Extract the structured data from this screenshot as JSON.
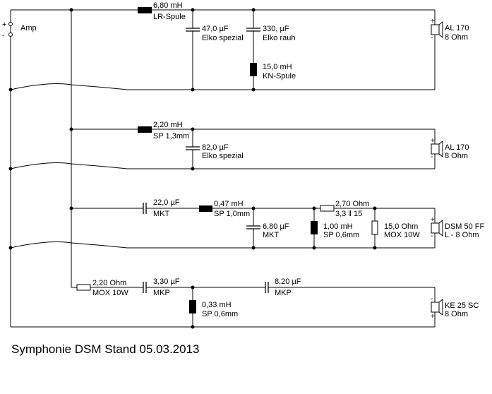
{
  "title": "Symphonie DSM Stand 05.03.2013",
  "amp": {
    "label": "Amp",
    "plus": "+",
    "minus": "-"
  },
  "branches": [
    {
      "components": [
        {
          "type": "inductor",
          "value": "6,80 mH",
          "desc": "LR-Spule"
        },
        {
          "type": "capacitor",
          "value": "47,0 µF",
          "desc": "Elko spezial"
        },
        {
          "type": "capacitor",
          "value": "330, µF",
          "desc": "Elko rauh"
        },
        {
          "type": "inductor",
          "value": "15,0 mH",
          "desc": "KN-Spule"
        }
      ],
      "speaker": {
        "name": "AL 170",
        "impedance": "8 Ohm",
        "top_pol": "+",
        "bottom_pol": "-"
      }
    },
    {
      "components": [
        {
          "type": "inductor",
          "value": "2,20 mH",
          "desc": "SP 1,3mm"
        },
        {
          "type": "capacitor",
          "value": "82,0 µF",
          "desc": "Elko spezial"
        }
      ],
      "speaker": {
        "name": "AL 170",
        "impedance": "8 Ohm",
        "top_pol": "+",
        "bottom_pol": "-"
      }
    },
    {
      "components": [
        {
          "type": "capacitor",
          "value": "22,0 µF",
          "desc": "MKT"
        },
        {
          "type": "inductor",
          "value": "0,47 mH",
          "desc": "SP 1,0mm"
        },
        {
          "type": "capacitor",
          "value": "6,80 µF",
          "desc": "MKT"
        },
        {
          "type": "inductor",
          "value": "1,00 mH",
          "desc": "SP 0,6mm"
        },
        {
          "type": "resistor",
          "value": "2,70 Ohm",
          "desc": "3,3 ‖ 15"
        },
        {
          "type": "resistor",
          "value": "15,0 Ohm",
          "desc": "MOX 10W"
        }
      ],
      "speaker": {
        "name": "DSM 50 FF",
        "impedance": "L - 8 Ohm",
        "top_pol": "+",
        "bottom_pol": "-"
      }
    },
    {
      "components": [
        {
          "type": "resistor",
          "value": "2,20 Ohm",
          "desc": "MOX 10W"
        },
        {
          "type": "capacitor",
          "value": "3,30 µF",
          "desc": "MKP"
        },
        {
          "type": "inductor",
          "value": "0,33 mH",
          "desc": "SP 0,6mm"
        },
        {
          "type": "capacitor",
          "value": "8,20 µF",
          "desc": "MKP"
        }
      ],
      "speaker": {
        "name": "KE 25 SC",
        "impedance": "8 Ohm",
        "top_pol": "-",
        "bottom_pol": "+"
      }
    }
  ]
}
